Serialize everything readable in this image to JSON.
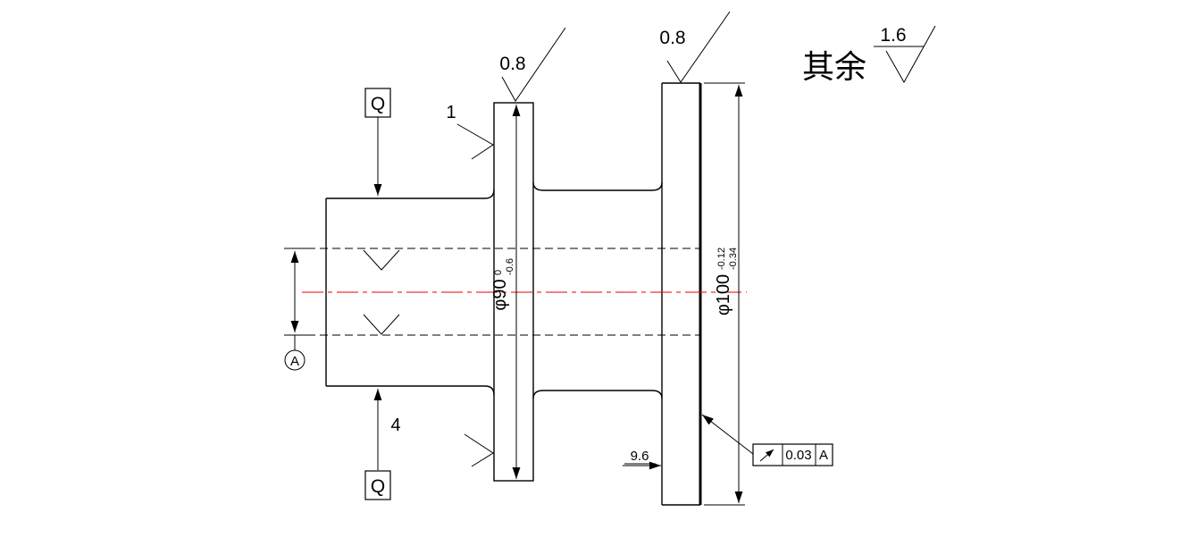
{
  "surface": {
    "r90": "0.8",
    "r100": "0.8",
    "general_label": "其余",
    "general_value": "1.6"
  },
  "dims": {
    "d90": {
      "main": "φ90",
      "sup": "0",
      "sub": "-0.6"
    },
    "d100": {
      "main": "φ100",
      "sup": "-0.12",
      "sub": "-0.34"
    },
    "thickness": "9.6"
  },
  "fcf": {
    "symbol": "circular-runout",
    "value": "0.03",
    "datum": "A"
  },
  "datum": {
    "label": "A"
  },
  "marks": {
    "q_top": "Q",
    "q_bottom": "Q",
    "chamfer_label": "1",
    "depth_label": "4"
  },
  "colors": {
    "centerline": "#e60000",
    "line": "#000000"
  }
}
